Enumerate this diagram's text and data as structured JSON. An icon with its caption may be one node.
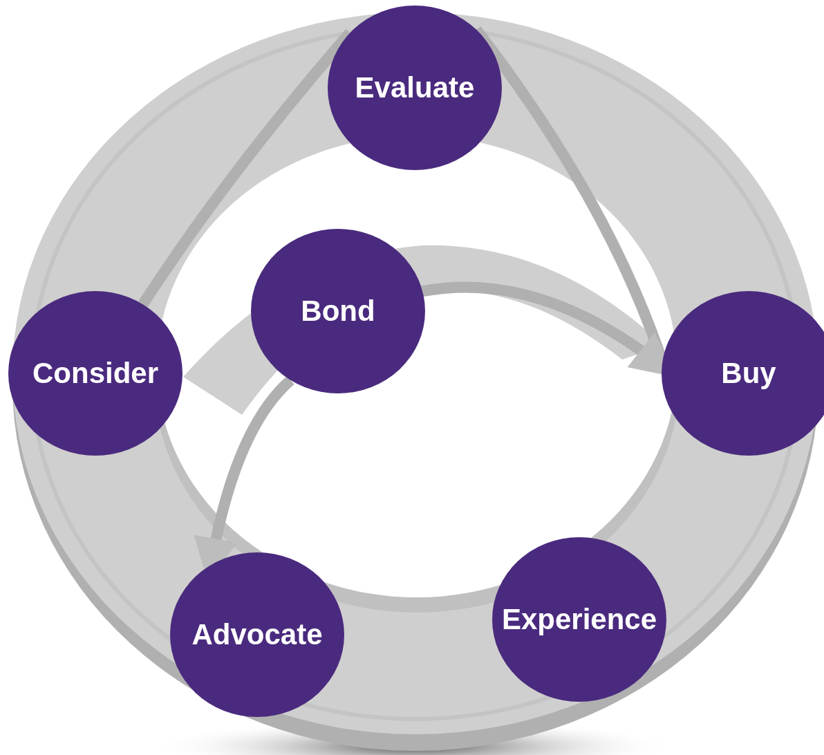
{
  "diagram": {
    "nodes": [
      {
        "text": [
          "Evaluate"
        ]
      },
      {
        "text": [
          "Consider"
        ]
      },
      {
        "text": [
          "Bond"
        ]
      },
      {
        "text": [
          "Buy"
        ]
      },
      {
        "text": [
          "Experience"
        ]
      },
      {
        "text": [
          "Advocate"
        ]
      }
    ],
    "edges": [
      {
        "from": 1,
        "to": 0,
        "arrow": "none"
      },
      {
        "from": 0,
        "to": 3,
        "arrow": "none"
      },
      {
        "from": 2,
        "to": 3,
        "arrow": "to"
      },
      {
        "from": 2,
        "to": 5,
        "arrow": "to"
      }
    ]
  }
}
